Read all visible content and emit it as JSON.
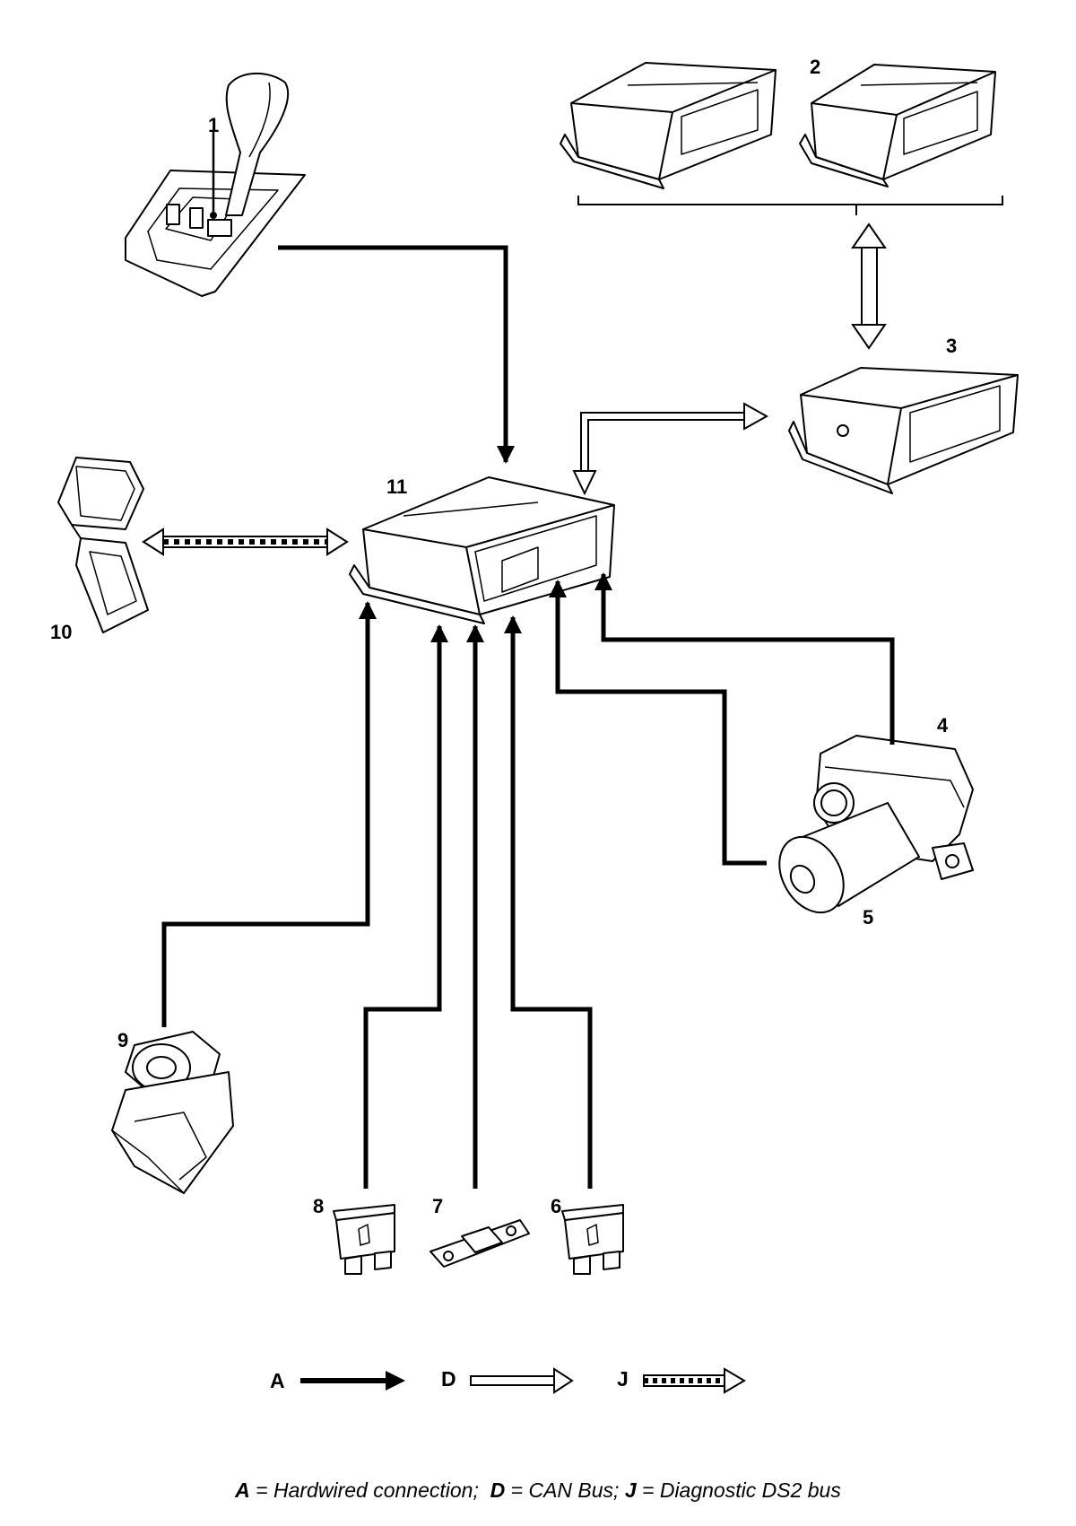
{
  "callouts": {
    "c1": "1",
    "c2": "2",
    "c3": "3",
    "c4": "4",
    "c5": "5",
    "c6": "6",
    "c7": "7",
    "c8": "8",
    "c9": "9",
    "c10": "10",
    "c11": "11"
  },
  "legend": {
    "a_letter": "A",
    "d_letter": "D",
    "j_letter": "J",
    "caption": {
      "a_key": "A",
      "a_text": " = Hardwired connection;",
      "d_key": "D",
      "d_text": " = CAN Bus;",
      "j_key": "J",
      "j_text": " = Diagnostic DS2 bus"
    }
  },
  "colors": {
    "ink": "#000000",
    "paper": "#ffffff",
    "device_fill": "#ffffff"
  }
}
